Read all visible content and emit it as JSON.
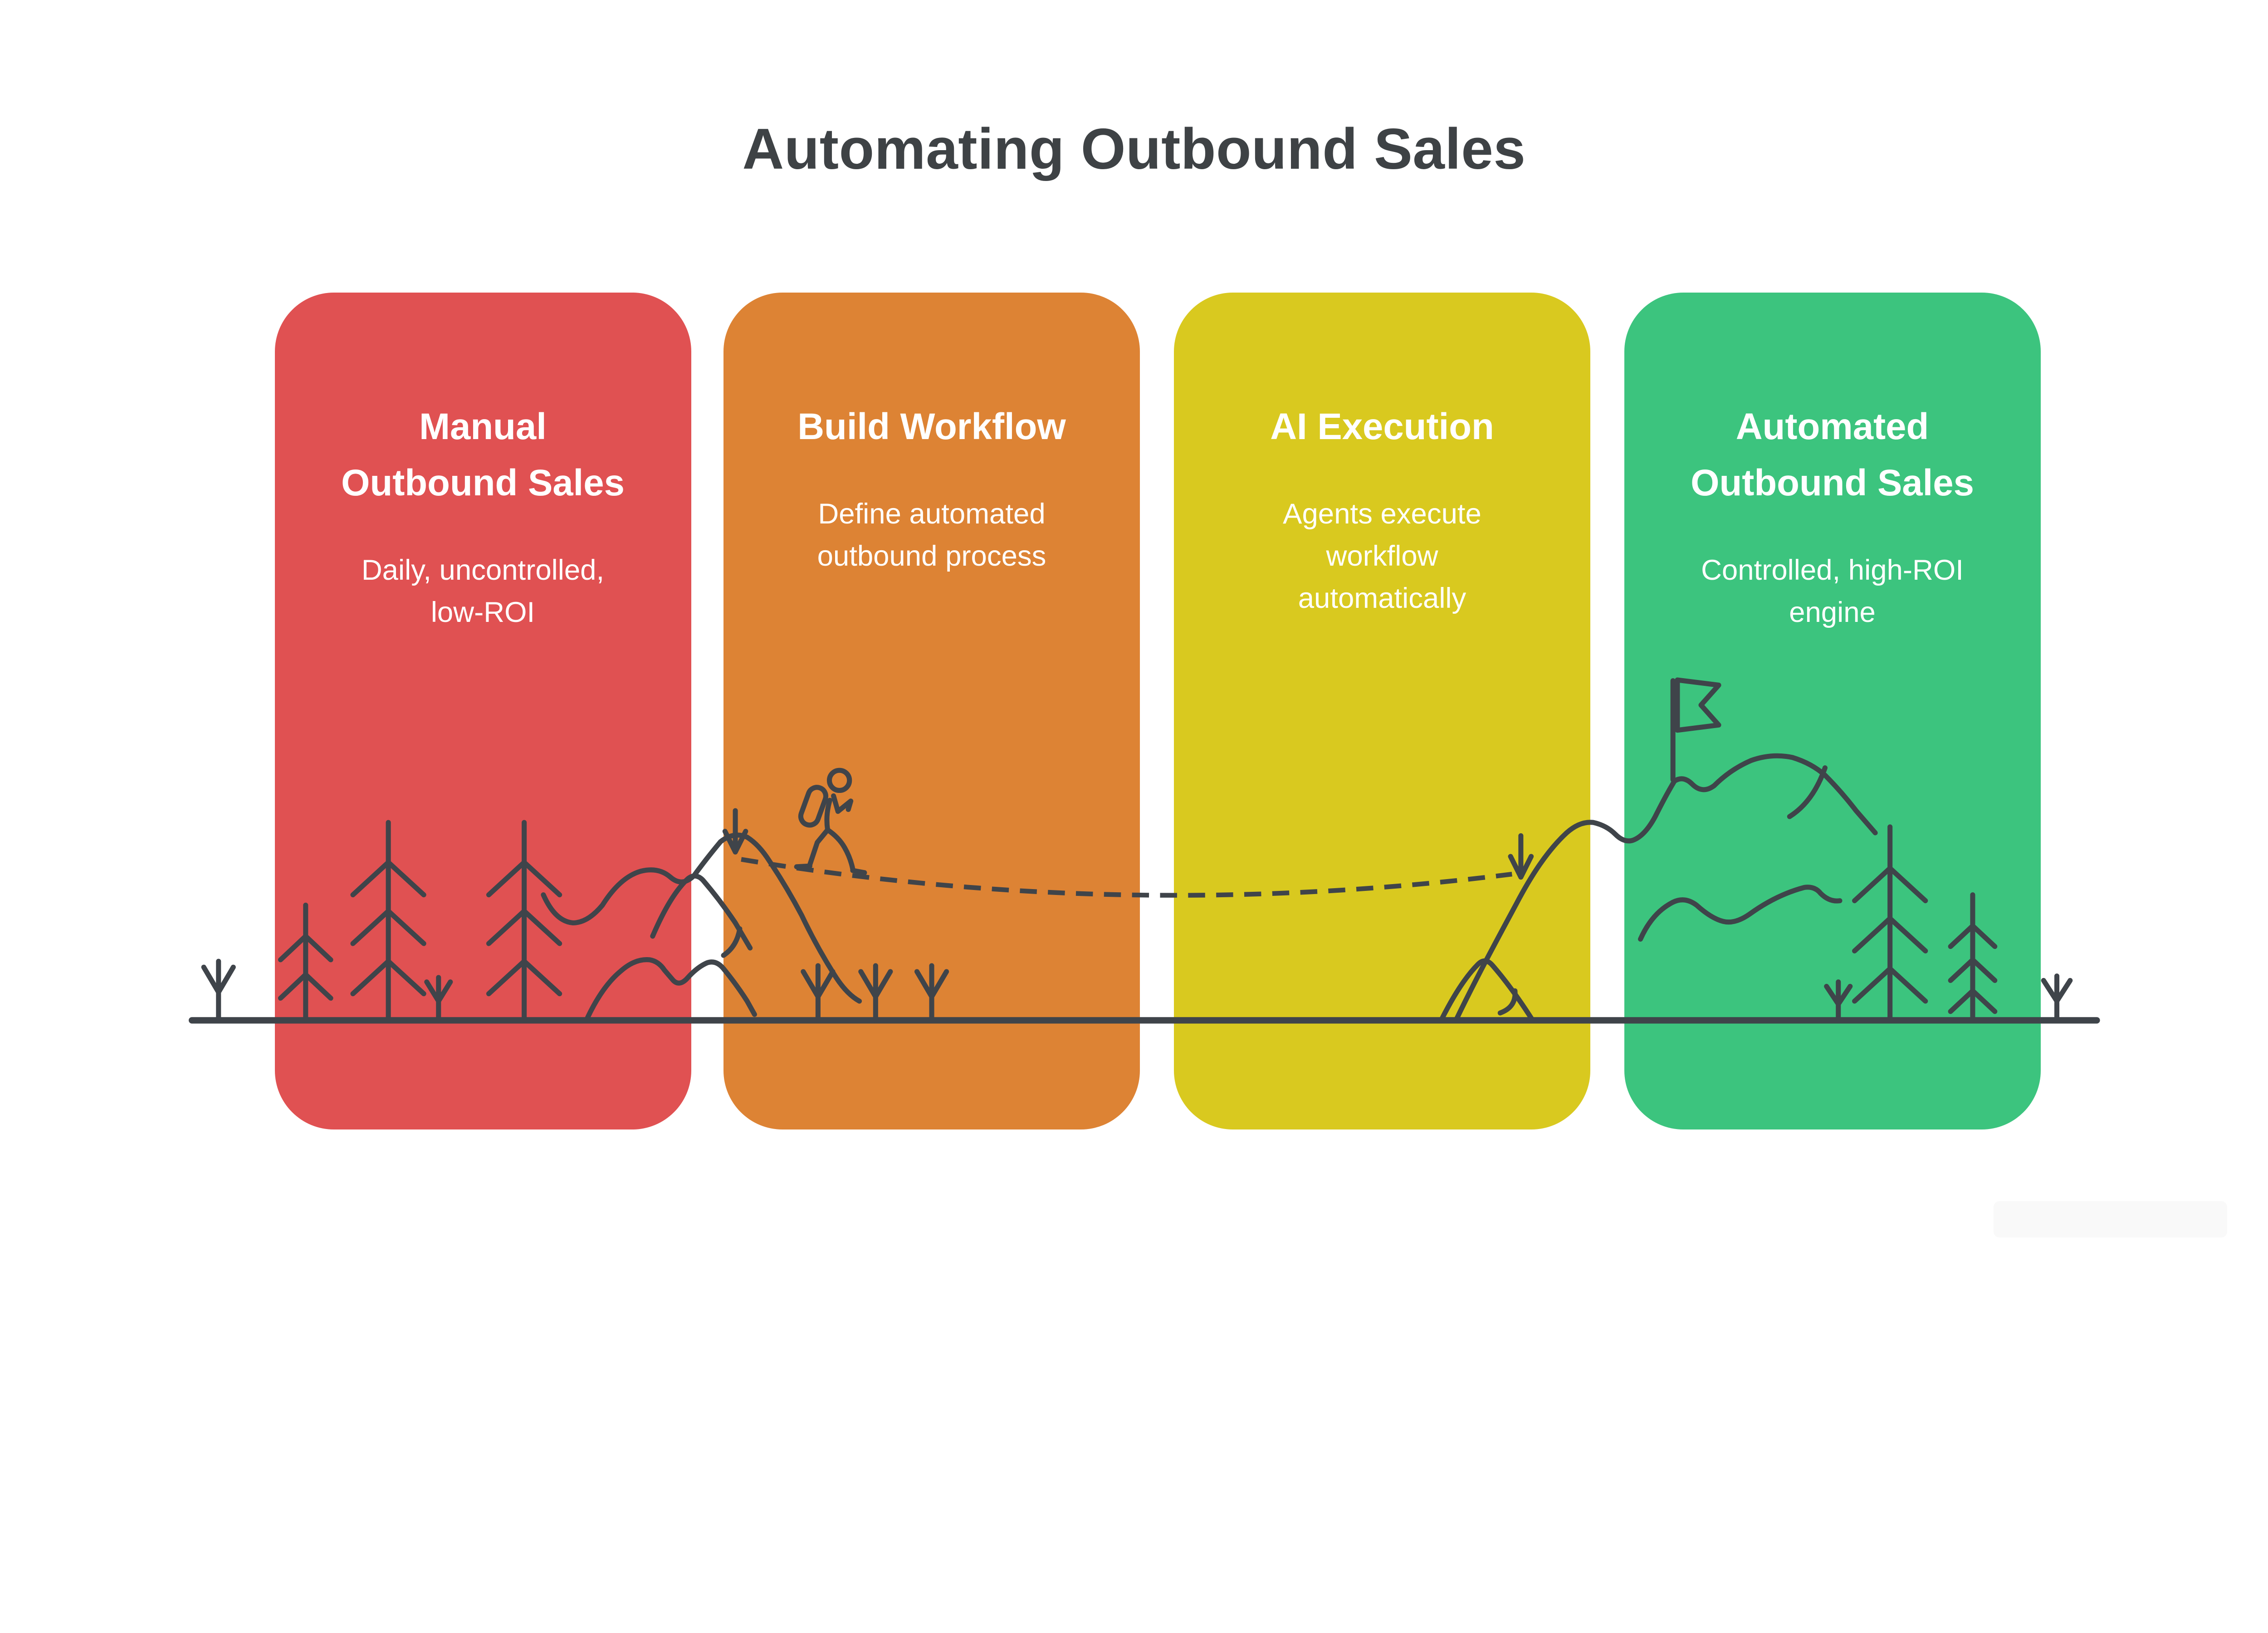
{
  "title": "Automating Outbound Sales",
  "title_color": "#3e4245",
  "cards": [
    {
      "id": "manual-outbound-sales",
      "heading": "Manual\nOutbound Sales",
      "body": "Daily, uncontrolled,\nlow-ROI",
      "color": "#e05152"
    },
    {
      "id": "build-workflow",
      "heading": "Build Workflow",
      "body": "Define automated\noutbound process",
      "color": "#dd8334"
    },
    {
      "id": "ai-execution",
      "heading": "AI Execution",
      "body": "Agents execute\nworkflow\nautomatically",
      "color": "#d9c91f"
    },
    {
      "id": "automated-outbound-sales",
      "heading": "Automated\nOutbound Sales",
      "body": "Controlled, high-ROI\nengine",
      "color": "#3cc47e"
    }
  ],
  "illustration": {
    "stroke_color": "#3f444a",
    "icons": [
      "ground-line",
      "sprout-icon",
      "pine-tree-icon",
      "mountain-icon",
      "hiker-icon",
      "trail-dashed-path",
      "trail-marker-icon",
      "flag-icon"
    ]
  }
}
